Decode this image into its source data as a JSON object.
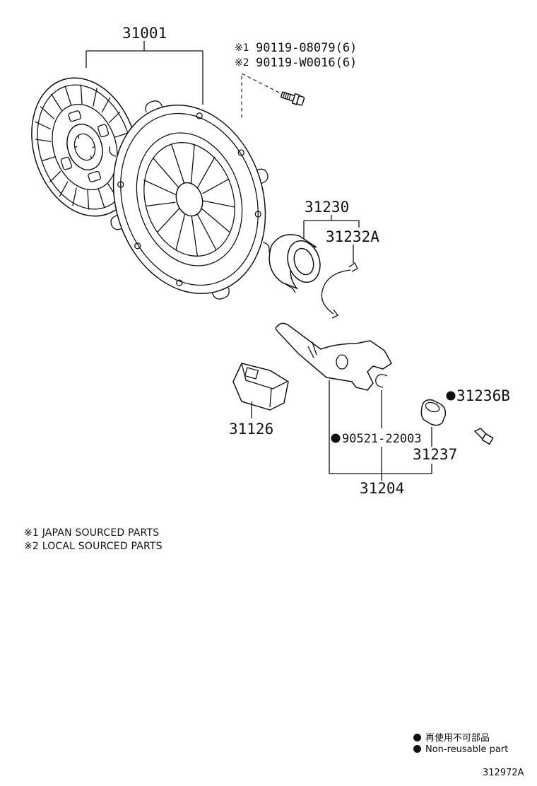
{
  "diagram": {
    "parts": {
      "clutch_disc_set": "31001",
      "bolt_japan": "90119-08079(6)",
      "bolt_local": "90119-W0016(6)",
      "bolt_japan_mark": "※1",
      "bolt_local_mark": "※2",
      "release_bearing": "31230",
      "bearing_clip": "31232A",
      "boot": "31126",
      "pivot_boot": "31236B",
      "fork_ring": "90521-22003",
      "fork_support": "31237",
      "release_fork": "31204"
    },
    "notes": {
      "note_1": "※1 JAPAN SOURCED PARTS",
      "note_2": "※2 LOCAL SOURCED PARTS"
    },
    "legend": {
      "japanese": "再使用不可部品",
      "english": "Non-reusable part"
    },
    "reference_code": "312972A",
    "colors": {
      "line": "#111111",
      "background": "#ffffff"
    }
  }
}
